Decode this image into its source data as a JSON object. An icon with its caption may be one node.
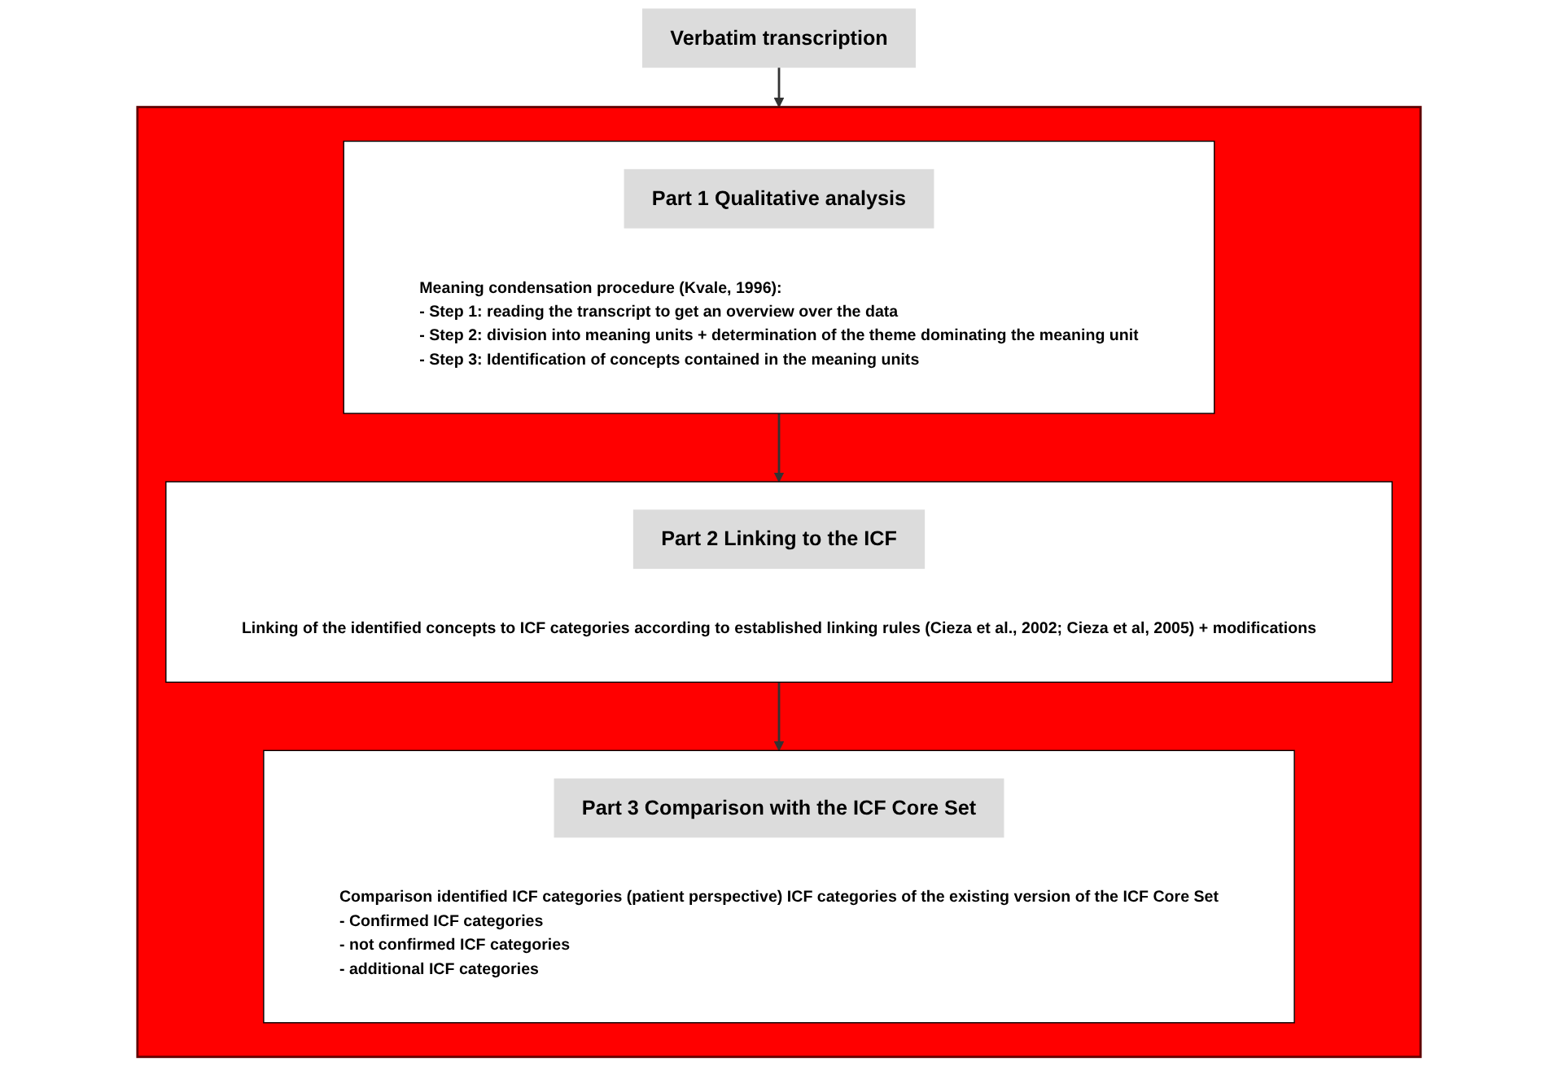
{
  "diagram": {
    "nodes": [
      {
        "text": [
          "Verbatim transcription"
        ]
      },
      {
        "text": [],
        "shape": "box"
      },
      {
        "text": [
          "Meaning condensation procedure (Kvale, 1996):",
          "- Step 1: reading the transcript to get an overview over the data",
          "- Step 2: division into meaning units + determination of the theme dominating the meaning unit",
          "- Step 3: Identification of concepts contained in the meaning units"
        ],
        "in": 1
      },
      {
        "text": [
          "Part 1 Qualitative analysis"
        ],
        "in": 2
      },
      {
        "text": [
          "Linking of the identified concepts to ICF categories according to established linking rules (Cieza et al., 2002; Cieza et al, 2005) + modifications"
        ],
        "in": 1
      },
      {
        "text": [
          "Part 2 Linking to the ICF"
        ],
        "in": 4
      },
      {
        "text": [
          "Comparison identified ICF categories (patient perspective) ICF categories of the existing version of the ICF Core Set",
          "- Confirmed ICF categories",
          "- not confirmed ICF categories",
          "- additional ICF categories"
        ],
        "in": 1
      },
      {
        "text": [
          "Part 3 Comparison with the ICF Core Set"
        ],
        "in": 6
      }
    ],
    "edges": [
      {
        "from": 0,
        "to": 1,
        "arrow": "to"
      },
      {
        "from": 2,
        "to": 4,
        "arrow": "to"
      },
      {
        "from": 4,
        "to": 6,
        "arrow": "to"
      }
    ]
  }
}
